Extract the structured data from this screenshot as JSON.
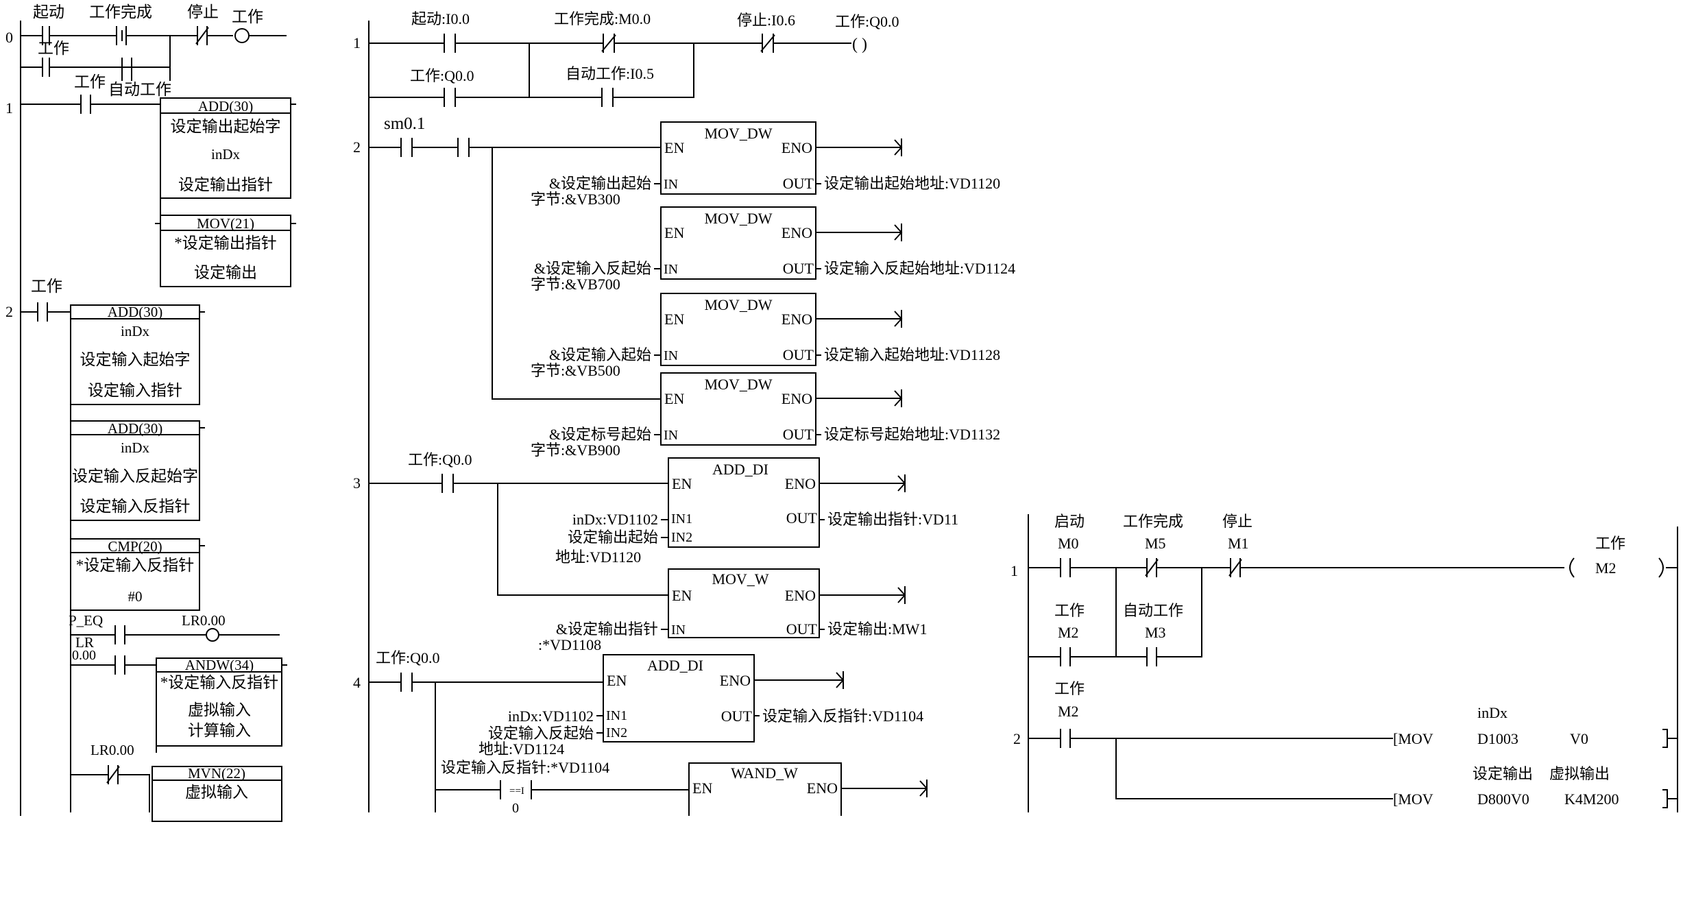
{
  "panel_a": {
    "rung0": {
      "num": "0",
      "start": "起动",
      "done": "工作完成",
      "stop": "停止",
      "coil": "工作",
      "seal": "工作"
    },
    "rung1": {
      "num": "1",
      "work": "工作",
      "auto": "自动工作",
      "add1": {
        "name": "ADD(30)",
        "a": "设定输出起始字",
        "b": "inDx",
        "c": "设定输出指针"
      },
      "mov1": {
        "name": "MOV(21)",
        "a": "*设定输出指针",
        "b": "设定输出"
      }
    },
    "rung2": {
      "num": "2",
      "work": "工作",
      "add2": {
        "name": "ADD(30)",
        "a": "inDx",
        "b": "设定输入起始字",
        "c": "设定输入指针"
      },
      "add3": {
        "name": "ADD(30)",
        "a": "inDx",
        "b": "设定输入反起始字",
        "c": "设定输入反指针"
      },
      "cmp": {
        "name": "CMP(20)",
        "a": "*设定输入反指针",
        "b": "#0"
      },
      "peq": "P_EQ",
      "lr0": "LR0.00",
      "lr": "LR",
      "zero": "0.00",
      "andw": {
        "name": "ANDW(34)",
        "a": "*设定输入反指针",
        "b": "虚拟输入",
        "c": "计算输入"
      },
      "lr0b": "LR0.00",
      "mvn": {
        "name": "MVN(22)",
        "a": "虚拟输入"
      }
    }
  },
  "panel_b": {
    "rung1": {
      "num": "1",
      "start": "起动:I0.0",
      "done": "工作完成:M0.0",
      "stop": "停止:I0.6",
      "coil": "工作:Q0.0",
      "coil_sym": "(     )",
      "seal": "工作:Q0.0",
      "auto": "自动工作:I0.5"
    },
    "rung2": {
      "num": "2",
      "sm": "sm0.1",
      "blocks": [
        {
          "name": "MOV_DW",
          "en": "EN",
          "eno": "ENO",
          "in": "IN",
          "out": "OUT",
          "in_label1": "&设定输出起始",
          "in_label2": "字节:&VB300",
          "out_label": "设定输出起始地址:VD1120"
        },
        {
          "name": "MOV_DW",
          "en": "EN",
          "eno": "ENO",
          "in": "IN",
          "out": "OUT",
          "in_label1": "&设定输入反起始",
          "in_label2": "字节:&VB700",
          "out_label": "设定输入反起始地址:VD1124"
        },
        {
          "name": "MOV_DW",
          "en": "EN",
          "eno": "ENO",
          "in": "IN",
          "out": "OUT",
          "in_label1": "&设定输入起始",
          "in_label2": "字节:&VB500",
          "out_label": "设定输入起始地址:VD1128"
        },
        {
          "name": "MOV_DW",
          "en": "EN",
          "eno": "ENO",
          "in": "IN",
          "out": "OUT",
          "in_label1": "&设定标号起始",
          "in_label2": "字节:&VB900",
          "out_label": "设定标号起始地址:VD1132"
        }
      ]
    },
    "rung3": {
      "num": "3",
      "contact": "工作:Q0.0",
      "add": {
        "name": "ADD_DI",
        "en": "EN",
        "eno": "ENO",
        "in1": "IN1",
        "in2": "IN2",
        "out": "OUT",
        "in1_label": "inDx:VD1102",
        "in2_label1": "设定输出起始",
        "in2_label2": "地址:VD1120",
        "out_label": "设定输出指针:VD11"
      },
      "mov": {
        "name": "MOV_W",
        "en": "EN",
        "eno": "ENO",
        "in": "IN",
        "out": "OUT",
        "in_label1": "&设定输出指针",
        "in_label2": ":*VD1108",
        "out_label": "设定输出:MW1"
      }
    },
    "rung4": {
      "num": "4",
      "contact": "工作:Q0.0",
      "add": {
        "name": "ADD_DI",
        "en": "EN",
        "eno": "ENO",
        "in1": "IN1",
        "in2": "IN2",
        "out": "OUT",
        "in1_label": "inDx:VD1102",
        "in2_label1": "设定输入反起始",
        "in2_label2": "地址:VD1124",
        "out_label": "设定输入反指针:VD1104"
      },
      "cmp_label": "设定输入反指针:*VD1104",
      "cmp_sym": "==I",
      "cmp_zero": "0",
      "wand": {
        "name": "WAND_W",
        "en": "EN",
        "eno": "ENO"
      }
    }
  },
  "panel_c": {
    "rung1": {
      "num": "1",
      "start_t": "启动",
      "start_a": "M0",
      "done_t": "工作完成",
      "done_a": "M5",
      "stop_t": "停止",
      "stop_a": "M1",
      "coil_t": "工作",
      "coil_a": "M2",
      "seal_t": "工作",
      "seal_a": "M2",
      "auto_t": "自动工作",
      "auto_a": "M3"
    },
    "rung2": {
      "num": "2",
      "work_t": "工作",
      "work_a": "M2",
      "mov1": {
        "op": "[MOV",
        "src": "D1003",
        "dst": "V0",
        "src_t": "inDx"
      },
      "mov2": {
        "op": "[MOV",
        "src": "D800V0",
        "dst": "K4M200",
        "src_t": "设定输出",
        "dst_t": "虚拟输出"
      }
    }
  }
}
